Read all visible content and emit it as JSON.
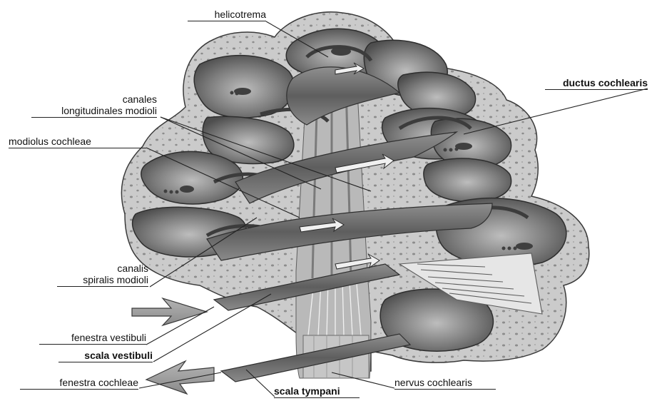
{
  "labels": {
    "helicotrema": "helicotrema",
    "ductus_cochlearis": "ductus cochlearis",
    "canales_line1": "canales",
    "canales_line2": "longitudinales modioli",
    "modiolus_cochleae": "modiolus cochleae",
    "canalis_line1": "canalis",
    "canalis_line2": "spiralis modioli",
    "fenestra_vestibuli": "fenestra vestibuli",
    "scala_vestibuli": "scala vestibuli",
    "fenestra_cochleae": "fenestra cochleae",
    "scala_tympani": "scala tympani",
    "nervus_cochlearis": "nervus cochlearis"
  },
  "colors": {
    "bone": "#c9c9c9",
    "bone_dot": "#8a8a8a",
    "chamber": "#6e6e6e",
    "chamber_light": "#a9a9a9",
    "canal_dark": "#5a5a5a",
    "arrow_fill": "#9e9e9e",
    "leader": "#222222"
  }
}
